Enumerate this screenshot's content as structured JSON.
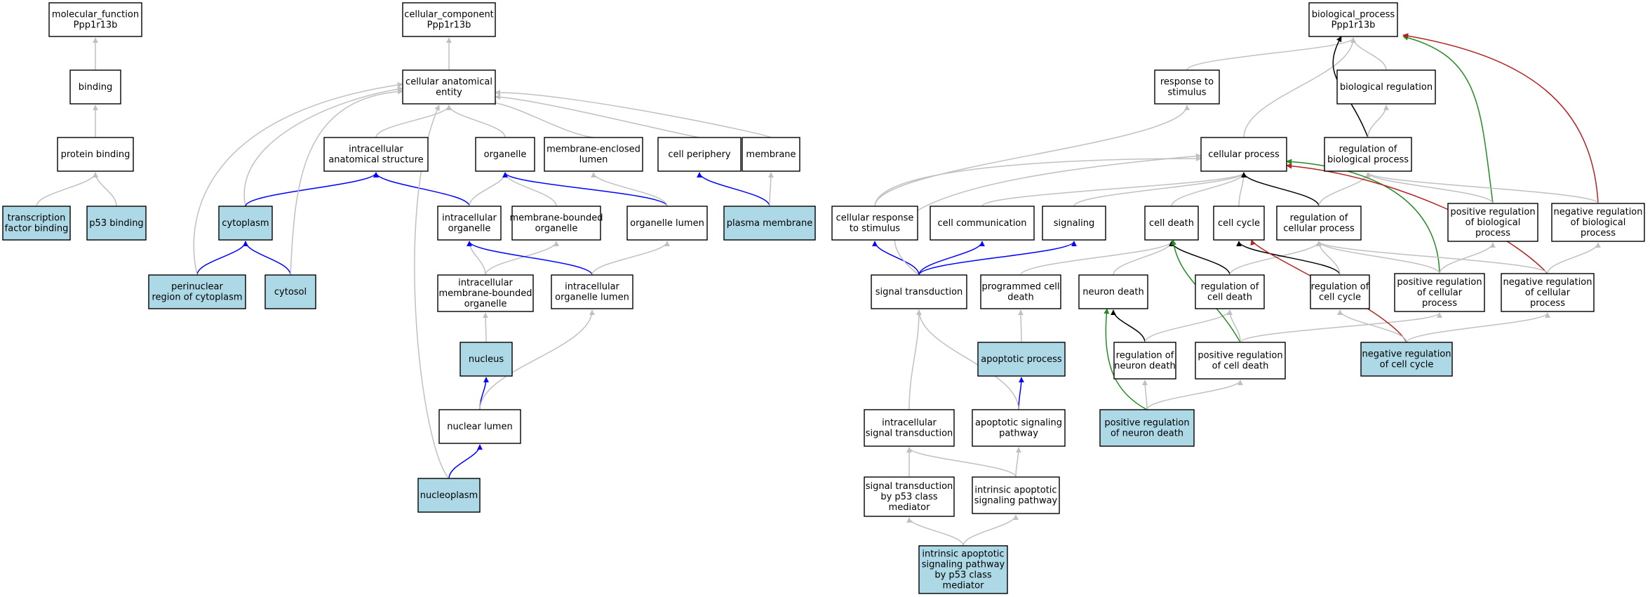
{
  "colors": {
    "highlight": "#add8e6",
    "plain": "#ffffff",
    "edge_is_a": "#c0c0c0",
    "edge_part_of": "#0000ff",
    "edge_regulates": "#000000",
    "edge_positively_regulates": "#228b22",
    "edge_negatively_regulates": "#b22222"
  },
  "nodes": {
    "mf_root": {
      "lines": [
        "molecular_function",
        "Ppp1r13b"
      ],
      "highlight": false
    },
    "binding": {
      "lines": [
        "binding"
      ],
      "highlight": false
    },
    "protein_binding": {
      "lines": [
        "protein binding"
      ],
      "highlight": false
    },
    "tf_binding": {
      "lines": [
        "transcription",
        "factor binding"
      ],
      "highlight": true
    },
    "p53_binding": {
      "lines": [
        "p53 binding"
      ],
      "highlight": true
    },
    "cc_root": {
      "lines": [
        "cellular_component",
        "Ppp1r13b"
      ],
      "highlight": false
    },
    "cae": {
      "lines": [
        "cellular anatomical",
        "entity"
      ],
      "highlight": false
    },
    "ias": {
      "lines": [
        "intracellular",
        "anatomical structure"
      ],
      "highlight": false
    },
    "organelle": {
      "lines": [
        "organelle"
      ],
      "highlight": false
    },
    "mel": {
      "lines": [
        "membrane-enclosed",
        "lumen"
      ],
      "highlight": false
    },
    "cell_periphery": {
      "lines": [
        "cell periphery"
      ],
      "highlight": false
    },
    "membrane": {
      "lines": [
        "membrane"
      ],
      "highlight": false
    },
    "cytoplasm": {
      "lines": [
        "cytoplasm"
      ],
      "highlight": true
    },
    "intra_org": {
      "lines": [
        "intracellular",
        "organelle"
      ],
      "highlight": false
    },
    "mbo": {
      "lines": [
        "membrane-bounded",
        "organelle"
      ],
      "highlight": false
    },
    "org_lumen": {
      "lines": [
        "organelle lumen"
      ],
      "highlight": false
    },
    "plasma_membrane": {
      "lines": [
        "plasma membrane"
      ],
      "highlight": true
    },
    "perinuclear": {
      "lines": [
        "perinuclear",
        "region of cytoplasm"
      ],
      "highlight": true
    },
    "cytosol": {
      "lines": [
        "cytosol"
      ],
      "highlight": true
    },
    "imbo": {
      "lines": [
        "intracellular",
        "membrane-bounded",
        "organelle"
      ],
      "highlight": false
    },
    "iol": {
      "lines": [
        "intracellular",
        "organelle lumen"
      ],
      "highlight": false
    },
    "nucleus": {
      "lines": [
        "nucleus"
      ],
      "highlight": true
    },
    "nuclear_lumen": {
      "lines": [
        "nuclear lumen"
      ],
      "highlight": false
    },
    "nucleoplasm": {
      "lines": [
        "nucleoplasm"
      ],
      "highlight": true
    },
    "bp_root": {
      "lines": [
        "biological_process",
        "Ppp1r13b"
      ],
      "highlight": false
    },
    "response": {
      "lines": [
        "response to",
        "stimulus"
      ],
      "highlight": false
    },
    "bio_reg": {
      "lines": [
        "biological regulation"
      ],
      "highlight": false
    },
    "cell_proc": {
      "lines": [
        "cellular process"
      ],
      "highlight": false
    },
    "reg_bp": {
      "lines": [
        "regulation of",
        "biological process"
      ],
      "highlight": false
    },
    "cell_resp": {
      "lines": [
        "cellular response",
        "to stimulus"
      ],
      "highlight": false
    },
    "cell_comm": {
      "lines": [
        "cell communication"
      ],
      "highlight": false
    },
    "signaling": {
      "lines": [
        "signaling"
      ],
      "highlight": false
    },
    "cell_death": {
      "lines": [
        "cell death"
      ],
      "highlight": false
    },
    "cell_cycle": {
      "lines": [
        "cell cycle"
      ],
      "highlight": false
    },
    "reg_cp": {
      "lines": [
        "regulation of",
        "cellular process"
      ],
      "highlight": false
    },
    "pos_reg_bp": {
      "lines": [
        "positive regulation",
        "of biological",
        "process"
      ],
      "highlight": false
    },
    "neg_reg_bp": {
      "lines": [
        "negative regulation",
        "of biological",
        "process"
      ],
      "highlight": false
    },
    "sig_trans": {
      "lines": [
        "signal transduction"
      ],
      "highlight": false
    },
    "prog_death": {
      "lines": [
        "programmed cell",
        "death"
      ],
      "highlight": false
    },
    "neuron_death": {
      "lines": [
        "neuron death"
      ],
      "highlight": false
    },
    "reg_cd": {
      "lines": [
        "regulation of",
        "cell death"
      ],
      "highlight": false
    },
    "reg_cc": {
      "lines": [
        "regulation of",
        "cell cycle"
      ],
      "highlight": false
    },
    "pos_reg_cp": {
      "lines": [
        "positive regulation",
        "of cellular",
        "process"
      ],
      "highlight": false
    },
    "neg_reg_cp": {
      "lines": [
        "negative regulation",
        "of cellular",
        "process"
      ],
      "highlight": false
    },
    "apoptotic": {
      "lines": [
        "apoptotic process"
      ],
      "highlight": true
    },
    "reg_nd": {
      "lines": [
        "regulation of",
        "neuron death"
      ],
      "highlight": false
    },
    "pos_reg_cd": {
      "lines": [
        "positive regulation",
        "of cell death"
      ],
      "highlight": false
    },
    "neg_reg_cc": {
      "lines": [
        "negative regulation",
        "of cell cycle"
      ],
      "highlight": true
    },
    "intra_sig": {
      "lines": [
        "intracellular",
        "signal transduction"
      ],
      "highlight": false
    },
    "apop_sig": {
      "lines": [
        "apoptotic signaling",
        "pathway"
      ],
      "highlight": false
    },
    "pos_reg_nd": {
      "lines": [
        "positive regulation",
        "of neuron death"
      ],
      "highlight": true
    },
    "st_p53": {
      "lines": [
        "signal transduction",
        "by p53 class",
        "mediator"
      ],
      "highlight": false
    },
    "intr_apop": {
      "lines": [
        "intrinsic apoptotic",
        "signaling pathway"
      ],
      "highlight": false
    },
    "intr_apop_p53": {
      "lines": [
        "intrinsic apoptotic",
        "signaling pathway",
        "by p53 class",
        "mediator"
      ],
      "highlight": true
    }
  },
  "edges": [
    {
      "from": "binding",
      "to": "mf_root",
      "type": "is_a"
    },
    {
      "from": "protein_binding",
      "to": "binding",
      "type": "is_a"
    },
    {
      "from": "tf_binding",
      "to": "protein_binding",
      "type": "is_a"
    },
    {
      "from": "p53_binding",
      "to": "protein_binding",
      "type": "is_a"
    },
    {
      "from": "cae",
      "to": "cc_root",
      "type": "is_a"
    },
    {
      "from": "ias",
      "to": "cae",
      "type": "is_a"
    },
    {
      "from": "organelle",
      "to": "cae",
      "type": "is_a"
    },
    {
      "from": "mel",
      "to": "cae",
      "type": "is_a"
    },
    {
      "from": "cell_periphery",
      "to": "cae",
      "type": "is_a"
    },
    {
      "from": "membrane",
      "to": "cae",
      "type": "is_a"
    },
    {
      "from": "cytoplasm",
      "to": "cae",
      "type": "is_a"
    },
    {
      "from": "cytoplasm",
      "to": "ias",
      "type": "part_of"
    },
    {
      "from": "intra_org",
      "to": "ias",
      "type": "part_of"
    },
    {
      "from": "intra_org",
      "to": "organelle",
      "type": "is_a"
    },
    {
      "from": "mbo",
      "to": "organelle",
      "type": "is_a"
    },
    {
      "from": "org_lumen",
      "to": "organelle",
      "type": "part_of"
    },
    {
      "from": "org_lumen",
      "to": "mel",
      "type": "is_a"
    },
    {
      "from": "plasma_membrane",
      "to": "cell_periphery",
      "type": "part_of"
    },
    {
      "from": "plasma_membrane",
      "to": "membrane",
      "type": "is_a"
    },
    {
      "from": "perinuclear",
      "to": "cytoplasm",
      "type": "part_of"
    },
    {
      "from": "perinuclear",
      "to": "cae",
      "type": "is_a"
    },
    {
      "from": "cytosol",
      "to": "cytoplasm",
      "type": "part_of"
    },
    {
      "from": "cytosol",
      "to": "cae",
      "type": "is_a"
    },
    {
      "from": "imbo",
      "to": "intra_org",
      "type": "is_a"
    },
    {
      "from": "imbo",
      "to": "mbo",
      "type": "is_a"
    },
    {
      "from": "iol",
      "to": "intra_org",
      "type": "part_of"
    },
    {
      "from": "iol",
      "to": "org_lumen",
      "type": "is_a"
    },
    {
      "from": "nucleus",
      "to": "imbo",
      "type": "is_a"
    },
    {
      "from": "nuclear_lumen",
      "to": "nucleus",
      "type": "part_of"
    },
    {
      "from": "nuclear_lumen",
      "to": "iol",
      "type": "is_a"
    },
    {
      "from": "nucleoplasm",
      "to": "nuclear_lumen",
      "type": "part_of"
    },
    {
      "from": "nucleoplasm",
      "to": "cae",
      "type": "is_a"
    },
    {
      "from": "response",
      "to": "bp_root",
      "type": "is_a"
    },
    {
      "from": "bio_reg",
      "to": "bp_root",
      "type": "is_a"
    },
    {
      "from": "cell_proc",
      "to": "bp_root",
      "type": "is_a"
    },
    {
      "from": "reg_bp",
      "to": "bp_root",
      "type": "regulates"
    },
    {
      "from": "reg_bp",
      "to": "bio_reg",
      "type": "is_a"
    },
    {
      "from": "pos_reg_bp",
      "to": "bp_root",
      "type": "positively_regulates"
    },
    {
      "from": "pos_reg_bp",
      "to": "reg_bp",
      "type": "is_a"
    },
    {
      "from": "neg_reg_bp",
      "to": "bp_root",
      "type": "negatively_regulates"
    },
    {
      "from": "neg_reg_bp",
      "to": "reg_bp",
      "type": "is_a"
    },
    {
      "from": "cell_resp",
      "to": "response",
      "type": "is_a"
    },
    {
      "from": "cell_resp",
      "to": "cell_proc",
      "type": "is_a"
    },
    {
      "from": "cell_comm",
      "to": "cell_proc",
      "type": "is_a"
    },
    {
      "from": "signaling",
      "to": "cell_proc",
      "type": "is_a"
    },
    {
      "from": "cell_death",
      "to": "cell_proc",
      "type": "is_a"
    },
    {
      "from": "cell_cycle",
      "to": "cell_proc",
      "type": "is_a"
    },
    {
      "from": "reg_cp",
      "to": "cell_proc",
      "type": "regulates"
    },
    {
      "from": "reg_cp",
      "to": "reg_bp",
      "type": "is_a"
    },
    {
      "from": "pos_reg_cp",
      "to": "cell_proc",
      "type": "positively_regulates"
    },
    {
      "from": "pos_reg_cp",
      "to": "reg_cp",
      "type": "is_a"
    },
    {
      "from": "pos_reg_cp",
      "to": "pos_reg_bp",
      "type": "is_a"
    },
    {
      "from": "neg_reg_cp",
      "to": "cell_proc",
      "type": "negatively_regulates"
    },
    {
      "from": "neg_reg_cp",
      "to": "reg_cp",
      "type": "is_a"
    },
    {
      "from": "neg_reg_cp",
      "to": "neg_reg_bp",
      "type": "is_a"
    },
    {
      "from": "sig_trans",
      "to": "cell_resp",
      "type": "part_of"
    },
    {
      "from": "sig_trans",
      "to": "cell_comm",
      "type": "part_of"
    },
    {
      "from": "sig_trans",
      "to": "signaling",
      "type": "part_of"
    },
    {
      "from": "sig_trans",
      "to": "cell_proc",
      "type": "is_a"
    },
    {
      "from": "prog_death",
      "to": "cell_death",
      "type": "is_a"
    },
    {
      "from": "neuron_death",
      "to": "cell_death",
      "type": "is_a"
    },
    {
      "from": "reg_cd",
      "to": "cell_death",
      "type": "regulates"
    },
    {
      "from": "reg_cd",
      "to": "reg_cp",
      "type": "is_a"
    },
    {
      "from": "reg_cc",
      "to": "cell_cycle",
      "type": "regulates"
    },
    {
      "from": "reg_cc",
      "to": "reg_cp",
      "type": "is_a"
    },
    {
      "from": "apoptotic",
      "to": "prog_death",
      "type": "is_a"
    },
    {
      "from": "reg_nd",
      "to": "neuron_death",
      "type": "regulates"
    },
    {
      "from": "reg_nd",
      "to": "reg_cd",
      "type": "is_a"
    },
    {
      "from": "pos_reg_cd",
      "to": "cell_death",
      "type": "positively_regulates"
    },
    {
      "from": "pos_reg_cd",
      "to": "reg_cd",
      "type": "is_a"
    },
    {
      "from": "pos_reg_cd",
      "to": "pos_reg_cp",
      "type": "is_a"
    },
    {
      "from": "neg_reg_cc",
      "to": "cell_cycle",
      "type": "negatively_regulates"
    },
    {
      "from": "neg_reg_cc",
      "to": "reg_cc",
      "type": "is_a"
    },
    {
      "from": "neg_reg_cc",
      "to": "neg_reg_cp",
      "type": "is_a"
    },
    {
      "from": "intra_sig",
      "to": "sig_trans",
      "type": "is_a"
    },
    {
      "from": "apop_sig",
      "to": "apoptotic",
      "type": "part_of"
    },
    {
      "from": "apop_sig",
      "to": "sig_trans",
      "type": "is_a"
    },
    {
      "from": "pos_reg_nd",
      "to": "neuron_death",
      "type": "positively_regulates"
    },
    {
      "from": "pos_reg_nd",
      "to": "reg_nd",
      "type": "is_a"
    },
    {
      "from": "pos_reg_nd",
      "to": "pos_reg_cd",
      "type": "is_a"
    },
    {
      "from": "st_p53",
      "to": "intra_sig",
      "type": "is_a"
    },
    {
      "from": "intr_apop",
      "to": "intra_sig",
      "type": "is_a"
    },
    {
      "from": "intr_apop",
      "to": "apop_sig",
      "type": "is_a"
    },
    {
      "from": "intr_apop_p53",
      "to": "st_p53",
      "type": "is_a"
    },
    {
      "from": "intr_apop_p53",
      "to": "intr_apop",
      "type": "is_a"
    }
  ]
}
